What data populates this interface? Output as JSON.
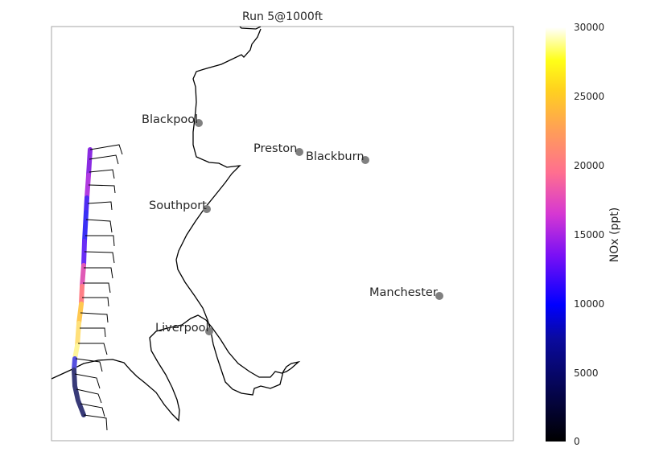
{
  "title": "Run 5@1000ft",
  "cities": [
    {
      "name": "Blackpool"
    },
    {
      "name": "Preston"
    },
    {
      "name": "Blackburn"
    },
    {
      "name": "Southport"
    },
    {
      "name": "Manchester"
    },
    {
      "name": "Liverpool"
    }
  ],
  "colorbar": {
    "label": "NOx (ppt)",
    "ticks": [
      "0",
      "5000",
      "10000",
      "15000",
      "20000",
      "25000",
      "30000"
    ],
    "min": 0,
    "max": 30000,
    "colormap": "gnuplot2"
  },
  "colors": {
    "frame": "#a6a6a6",
    "coastline": "#000000",
    "city_marker": "#808080"
  }
}
